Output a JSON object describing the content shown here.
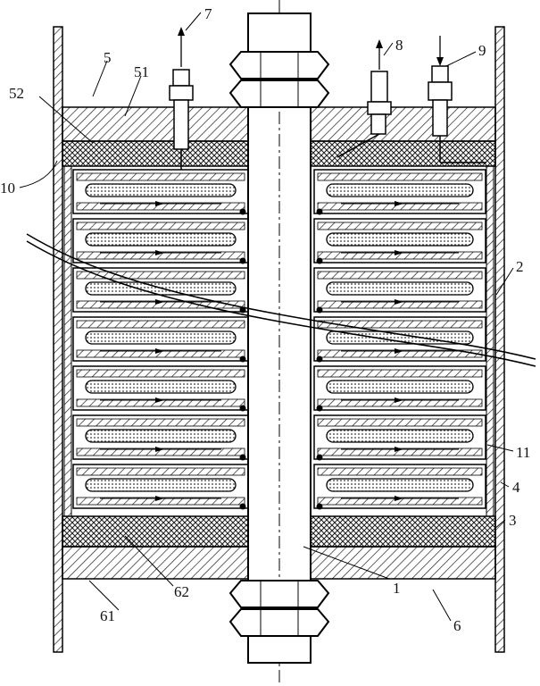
{
  "labels": {
    "n1": "1",
    "n2": "2",
    "n3": "3",
    "n4": "4",
    "n5": "5",
    "n51": "51",
    "n52": "52",
    "n6": "6",
    "n61": "61",
    "n62": "62",
    "n7": "7",
    "n8": "8",
    "n9": "9",
    "n10": "10",
    "n11": "11"
  }
}
